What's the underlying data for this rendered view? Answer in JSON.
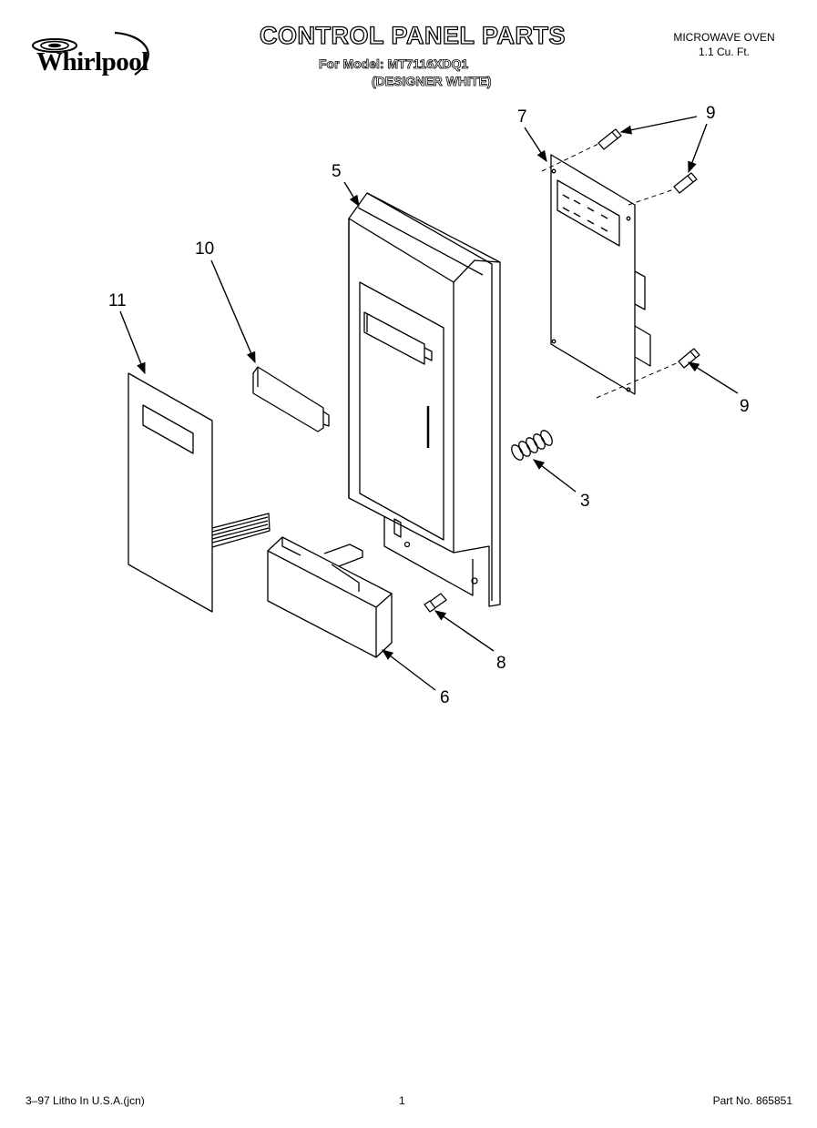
{
  "brand": {
    "name": "Whirlpool"
  },
  "header": {
    "title": "CONTROL PANEL PARTS",
    "model_line": "For Model: MT7116XDQ1",
    "model_variant": "(DESIGNER WHITE)",
    "product_name": "MICROWAVE OVEN",
    "product_size": "1.1 Cu. Ft."
  },
  "callouts": {
    "c3": "3",
    "c5": "5",
    "c6": "6",
    "c7": "7",
    "c8": "8",
    "c9_top": "9",
    "c9_bottom": "9",
    "c10": "10",
    "c11": "11"
  },
  "footer": {
    "left": "3–97 Litho In U.S.A.(jcn)",
    "page": "1",
    "right": "Part No. 865851"
  }
}
